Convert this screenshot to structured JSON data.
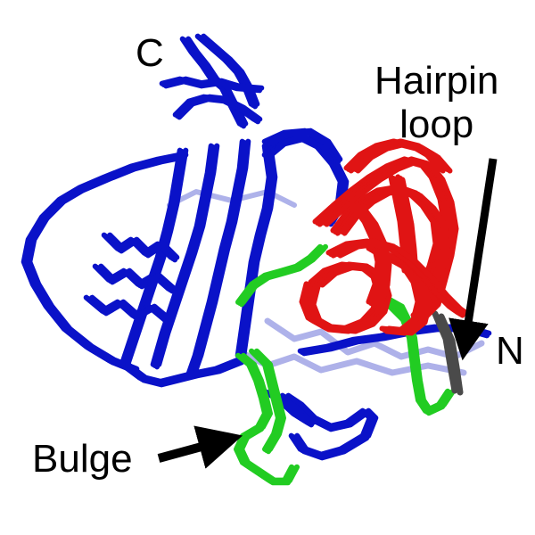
{
  "labels": {
    "c_terminus": "C",
    "n_terminus": "N",
    "hairpin": [
      "Hairpin",
      "loop"
    ],
    "bulge": "Bulge"
  },
  "colors": {
    "strand_main": "#0a12c8",
    "strand_faded": "#6c73d8",
    "loop_region": "#e01414",
    "bulge_region": "#22cc22",
    "n_segment": "#4a4a4a",
    "arrow": "#000000",
    "text": "#000000"
  },
  "icons": {
    "pointer_arrow": "arrow-icon"
  }
}
